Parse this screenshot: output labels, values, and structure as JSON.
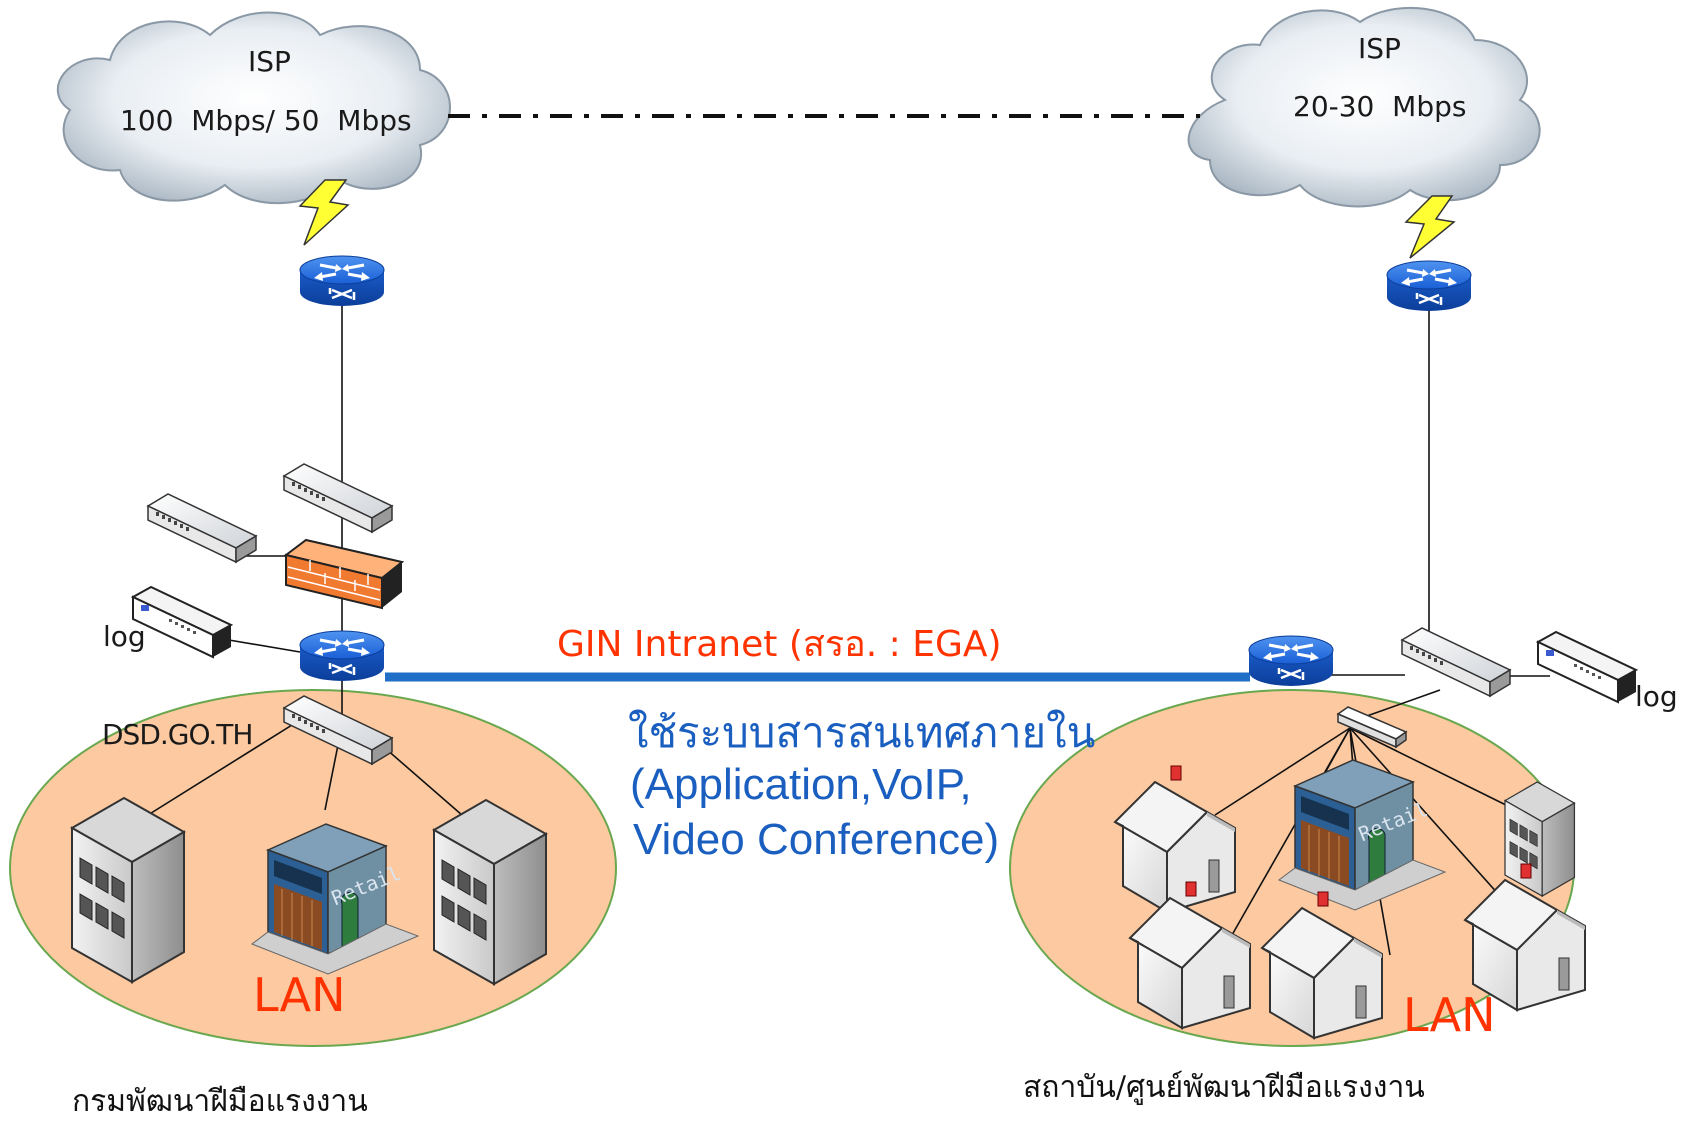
{
  "isp_left": {
    "title": "ISP",
    "speed": "100  Mbps/ 50  Mbps"
  },
  "isp_right": {
    "title": "ISP",
    "speed": "20-30  Mbps"
  },
  "log_left": "log",
  "log_right": "log",
  "domain_label": "DSD.GO.TH",
  "wan": {
    "title": "GIN Intranet (สรอ. : EGA)",
    "subtitle": "ใช้ระบบสารสนเทศภายใน",
    "apps_line1": "(Application,VoIP,",
    "apps_line2": "Video Conference)"
  },
  "lan_left": "LAN",
  "lan_right": "LAN",
  "site_left": "กรมพัฒนาฝีมือแรงงาน",
  "site_right": "สถาบัน/ศูนย์พัฒนาฝีมือแรงงาน",
  "building_sign": "Retail",
  "colors": {
    "lan_fill": "#fcc9a0",
    "lan_border": "#6aa84f",
    "wan_link": "#1f6fc8",
    "router": "#1f6fe0",
    "firewall": "#f07a30",
    "accent_red": "#ff3300",
    "accent_blue": "#1a5fc0"
  }
}
